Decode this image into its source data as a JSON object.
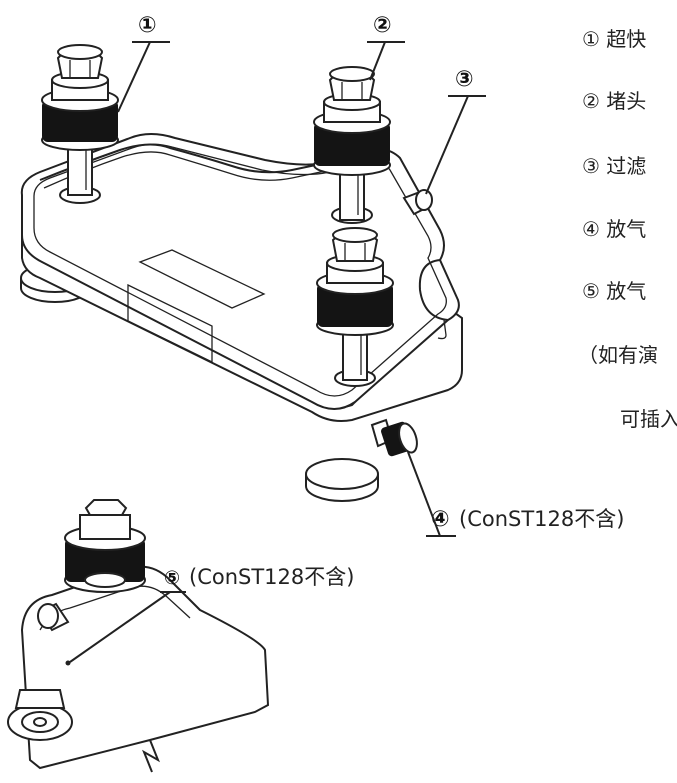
{
  "callouts": {
    "c1": "①",
    "c2": "②",
    "c3": "③",
    "c4": "④",
    "c4_note": "(ConST128不含)",
    "c5": "⑤",
    "c5_note": "(ConST128不含)"
  },
  "legend": [
    "① 超快",
    "② 堵头",
    "③ 过滤",
    "④ 放气",
    "⑤ 放气",
    "（如有演",
    "可插入"
  ]
}
